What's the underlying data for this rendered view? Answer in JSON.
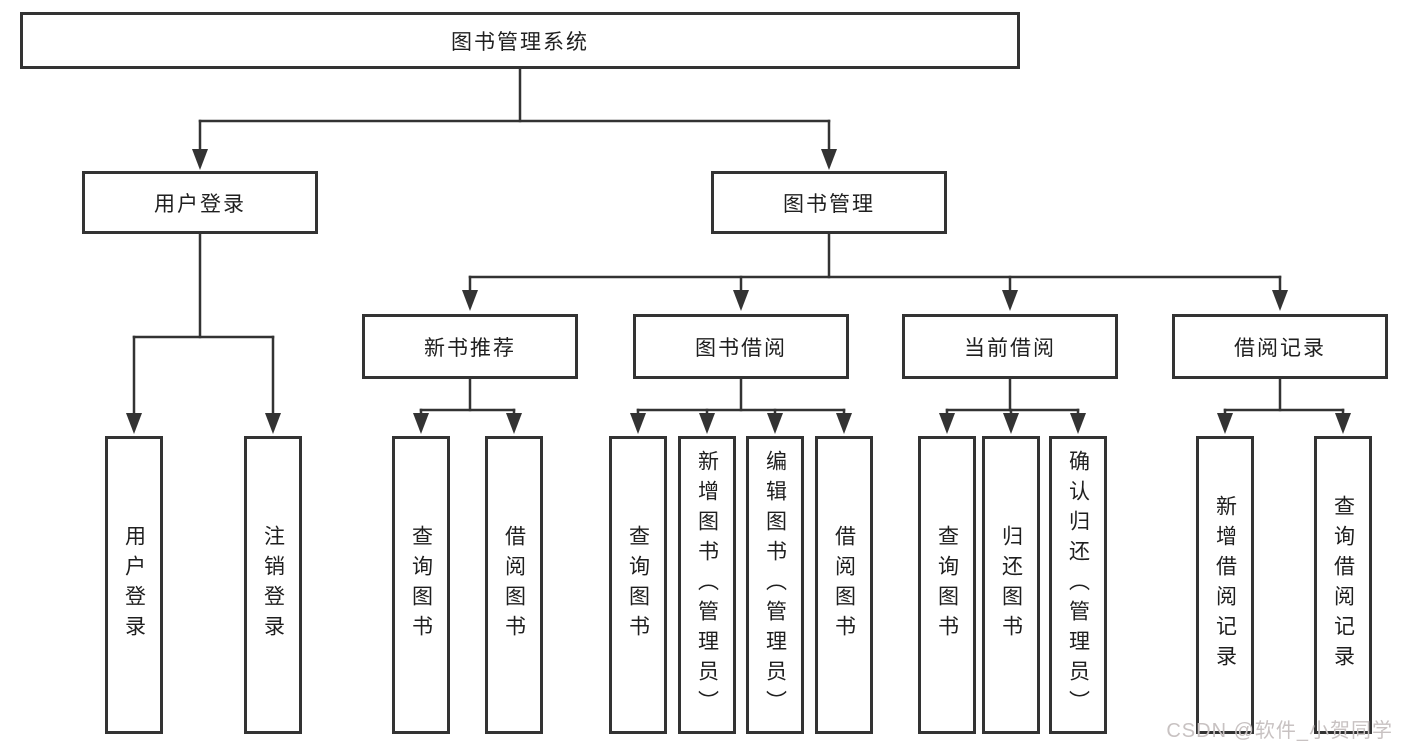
{
  "diagram": {
    "type": "tree",
    "colors": {
      "line": "#333333",
      "box_border": "#333333",
      "text": "#1f1f1f",
      "background": "#ffffff",
      "watermark": "#c8c2c2"
    },
    "watermark": "CSDN @软件_小贺同学",
    "nodes": {
      "root": "图书管理系统",
      "user_login": "用户登录",
      "book_management": "图书管理",
      "new_book_recommendation": "新书推荐",
      "book_borrowing": "图书借阅",
      "current_borrowing": "当前借阅",
      "borrowing_records": "借阅记录",
      "user_login_leaf": "用户登录",
      "logout_leaf": "注销登录",
      "query_books_under_recommendation": "查询图书",
      "borrow_books_under_recommendation": "借阅图书",
      "query_books_under_borrowing": "查询图书",
      "add_books_admin": "新增图书（管理员）",
      "edit_books_admin": "编辑图书（管理员）",
      "borrow_books_under_borrowing": "借阅图书",
      "query_books_under_current": "查询图书",
      "return_books": "归还图书",
      "confirm_return_admin": "确认归还（管理员）",
      "add_borrowing_record": "新增借阅记录",
      "query_borrowing_record": "查询借阅记录"
    }
  }
}
